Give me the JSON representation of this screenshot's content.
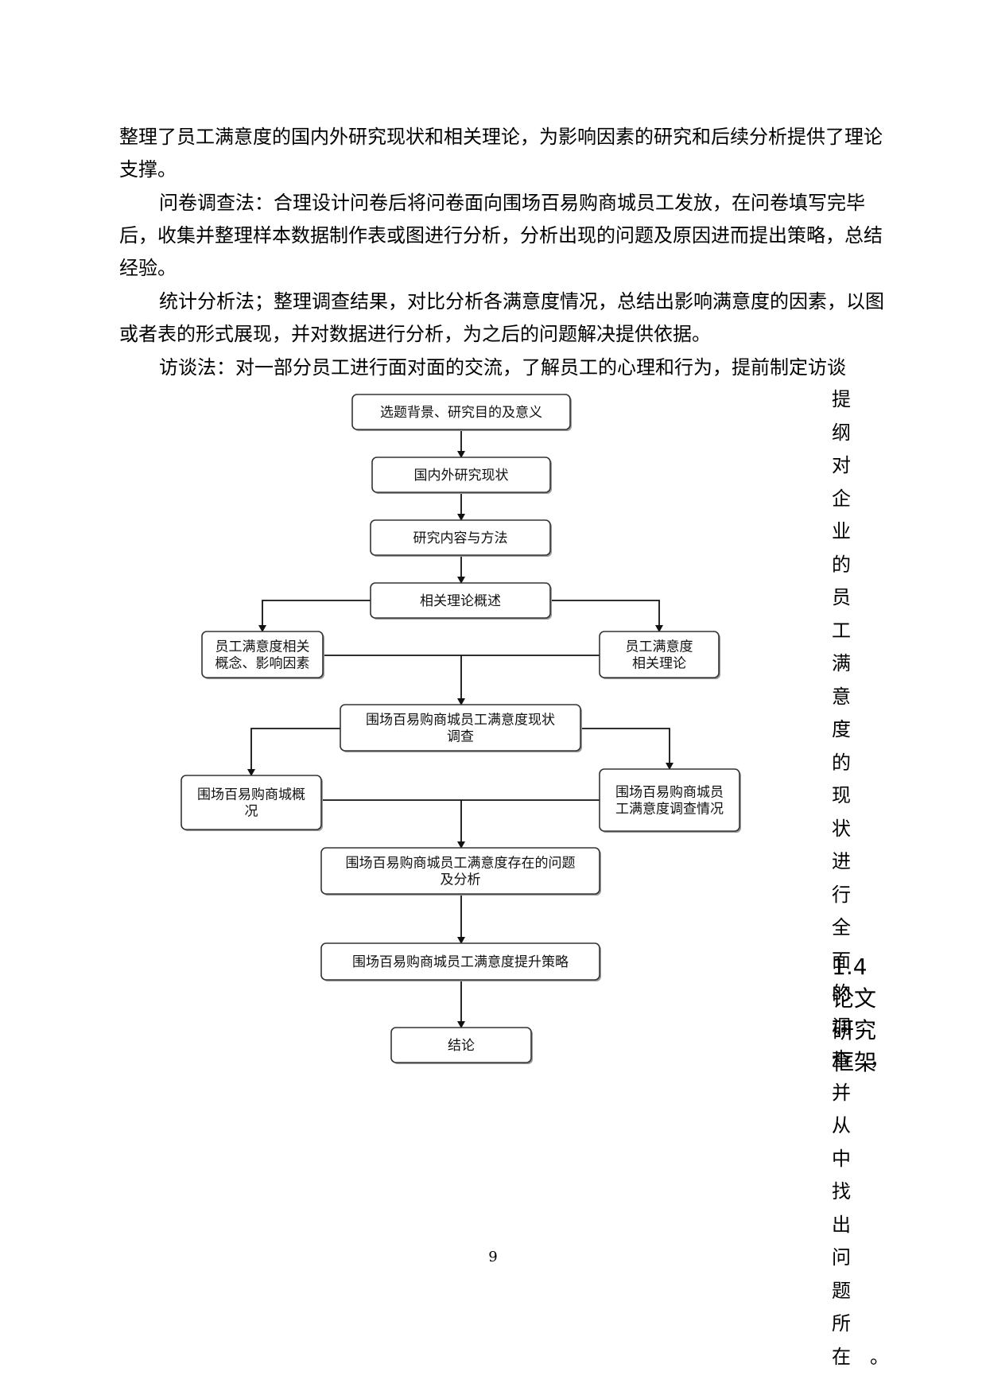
{
  "paragraphs": [
    {
      "text": "整理了员工满意度的国内外研究现状和相关理论，为影响因素的研究和后续分析提供了理论支撑。",
      "indent": false
    },
    {
      "text": "问卷调查法：合理设计问卷后将问卷面向围场百易购商城员工发放，在问卷填写完毕后，收集并整理样本数据制作表或图进行分析，分析出现的问题及原因进而提出策略，总结经验。",
      "indent": true
    },
    {
      "text": "统计分析法；整理调查结果，对比分析各满意度情况，总结出影响满意度的因素，以图或者表的形式展现，并对数据进行分析，为之后的问题解决提供依据。",
      "indent": true
    },
    {
      "text": "访谈法：对一部分员工进行面对面的交流，了解员工的心理和行为，提前制定访谈",
      "indent": true
    }
  ],
  "wrap_lines": [
    "提纲",
    "对企",
    "业的",
    "员工",
    "满意",
    "度的",
    "现状",
    "进行",
    "全面",
    "的调",
    "查，",
    "并从",
    "中找",
    "出问",
    "题所",
    "在。"
  ],
  "heading_lines": [
    "1.4",
    "论文",
    "研究",
    "框架"
  ],
  "flowchart": {
    "nodes": {
      "n1": [
        "选题背景、研究目的及意义"
      ],
      "n2": [
        "国内外研究现状"
      ],
      "n3": [
        "研究内容与方法"
      ],
      "n4": [
        "相关理论概述"
      ],
      "n5": [
        "员工满意度相关",
        "概念、影响因素"
      ],
      "n6": [
        "员工满意度",
        "相关理论"
      ],
      "n7": [
        "围场百易购商城员工满意度现状",
        "调查"
      ],
      "n8": [
        "围场百易购商城概",
        "况"
      ],
      "n9": [
        "围场百易购商城员",
        "工满意度调查情况"
      ],
      "n10": [
        "围场百易购商城员工满意度存在的问题",
        "及分析"
      ],
      "n11": [
        "围场百易购商城员工满意度提升策略"
      ],
      "n12": [
        "结论"
      ]
    }
  },
  "page_number": "9"
}
